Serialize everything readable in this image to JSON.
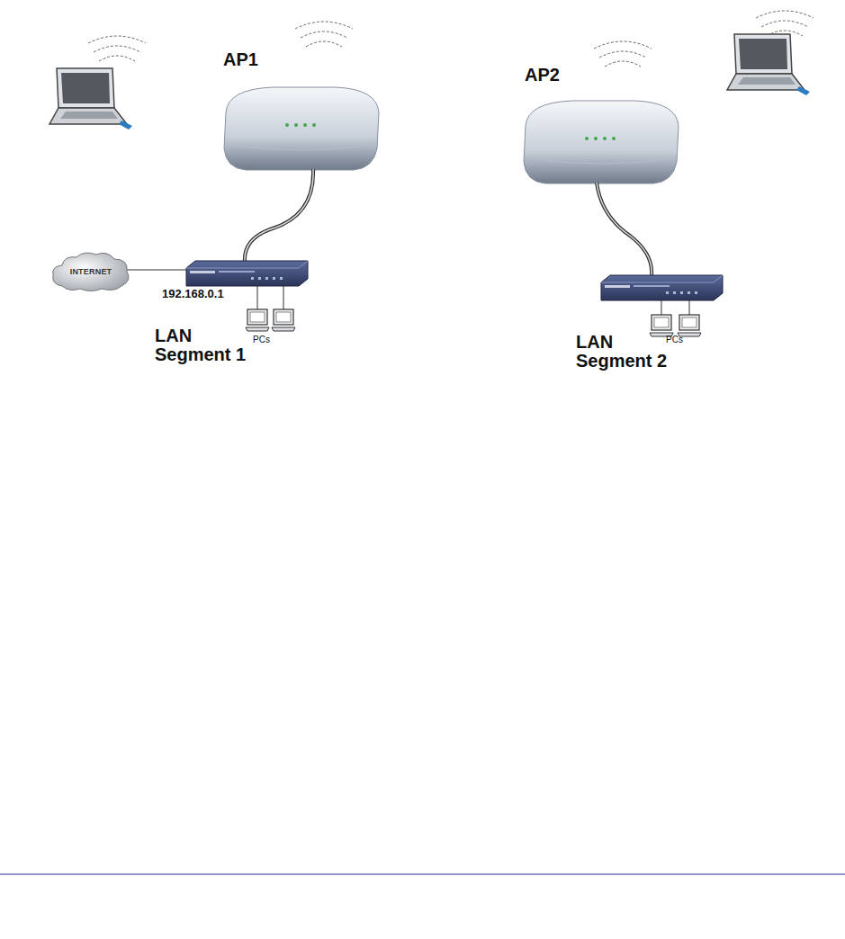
{
  "diagram": {
    "nodes": [
      {
        "text": [
          "INTERNET"
        ]
      }
    ],
    "labels": [
      "AP1",
      "AP2",
      "192.168.0.1",
      "PCs",
      "LAN Segment 1",
      "PCs",
      "LAN Segment 2"
    ]
  }
}
